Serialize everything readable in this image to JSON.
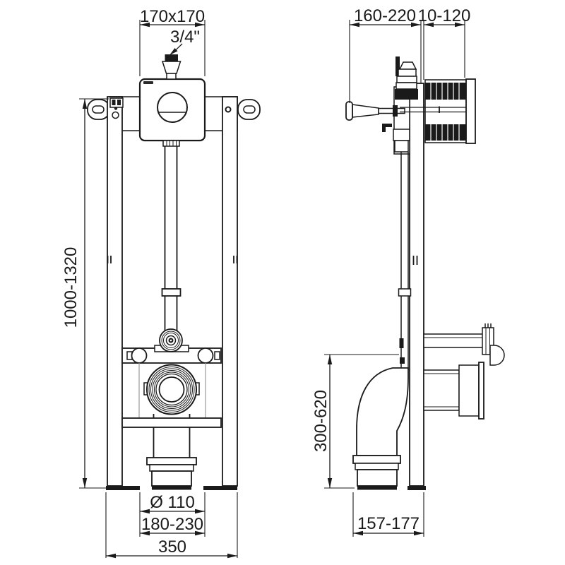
{
  "drawing_type": "wc-frame-installation-diagram",
  "colors": {
    "line": "#1a1a1a",
    "background": "#ffffff",
    "light_line": "#9a9a9a"
  },
  "dimensions": {
    "front": {
      "plate_size": "170x170",
      "water_inlet": "3/4\"",
      "frame_height": "1000-1320",
      "outlet_diameter": "Ø 110",
      "outlet_depth": "180-230",
      "frame_width": "350"
    },
    "side": {
      "lever_depth": "160-220",
      "wall_range": "10-120",
      "outlet_height": "300-620",
      "base_depth": "157-177"
    }
  }
}
